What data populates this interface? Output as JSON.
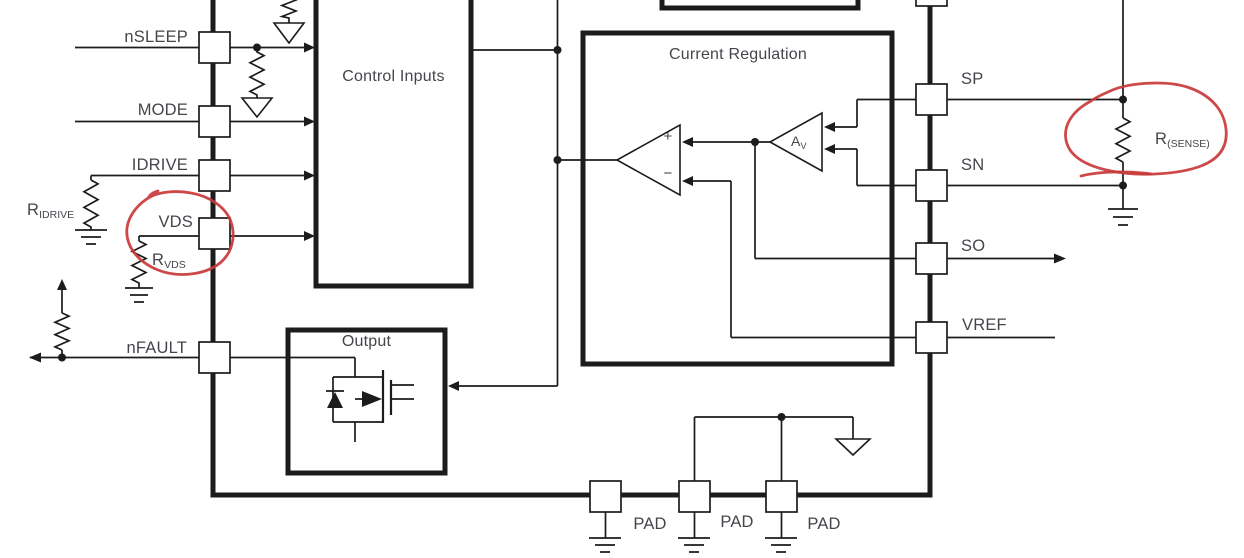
{
  "blocks": {
    "control_inputs": "Control Inputs",
    "current_regulation": "Current Regulation",
    "output": "Output"
  },
  "pins": {
    "left": [
      {
        "label": "nSLEEP"
      },
      {
        "label": "MODE"
      },
      {
        "label": "IDRIVE"
      },
      {
        "label": "VDS"
      },
      {
        "label": "nFAULT"
      }
    ],
    "right": [
      {
        "label": "SP"
      },
      {
        "label": "SN"
      },
      {
        "label": "SO"
      },
      {
        "label": "VREF"
      }
    ],
    "bottom": [
      {
        "label": "PAD"
      },
      {
        "label": "PAD"
      },
      {
        "label": "PAD"
      }
    ]
  },
  "components": {
    "r_idrive": {
      "base": "R",
      "sub": "IDRIVE"
    },
    "r_vds": {
      "base": "R",
      "sub": "VDS"
    },
    "r_sense": {
      "base": "R",
      "sub": "(SENSE)"
    },
    "gain_amp": {
      "base": "A",
      "sub": "V"
    },
    "comparator": {
      "plus": "+",
      "minus": "−"
    }
  },
  "annotations": {
    "color": "#c93a3a",
    "shapes": [
      "hand-drawn-circle-around-vds-pin-and-rvds",
      "hand-drawn-circle-around-rsense-resistor"
    ]
  },
  "colors": {
    "line": "#1c1c1c",
    "label": "#45454c",
    "background": "#ffffff"
  }
}
